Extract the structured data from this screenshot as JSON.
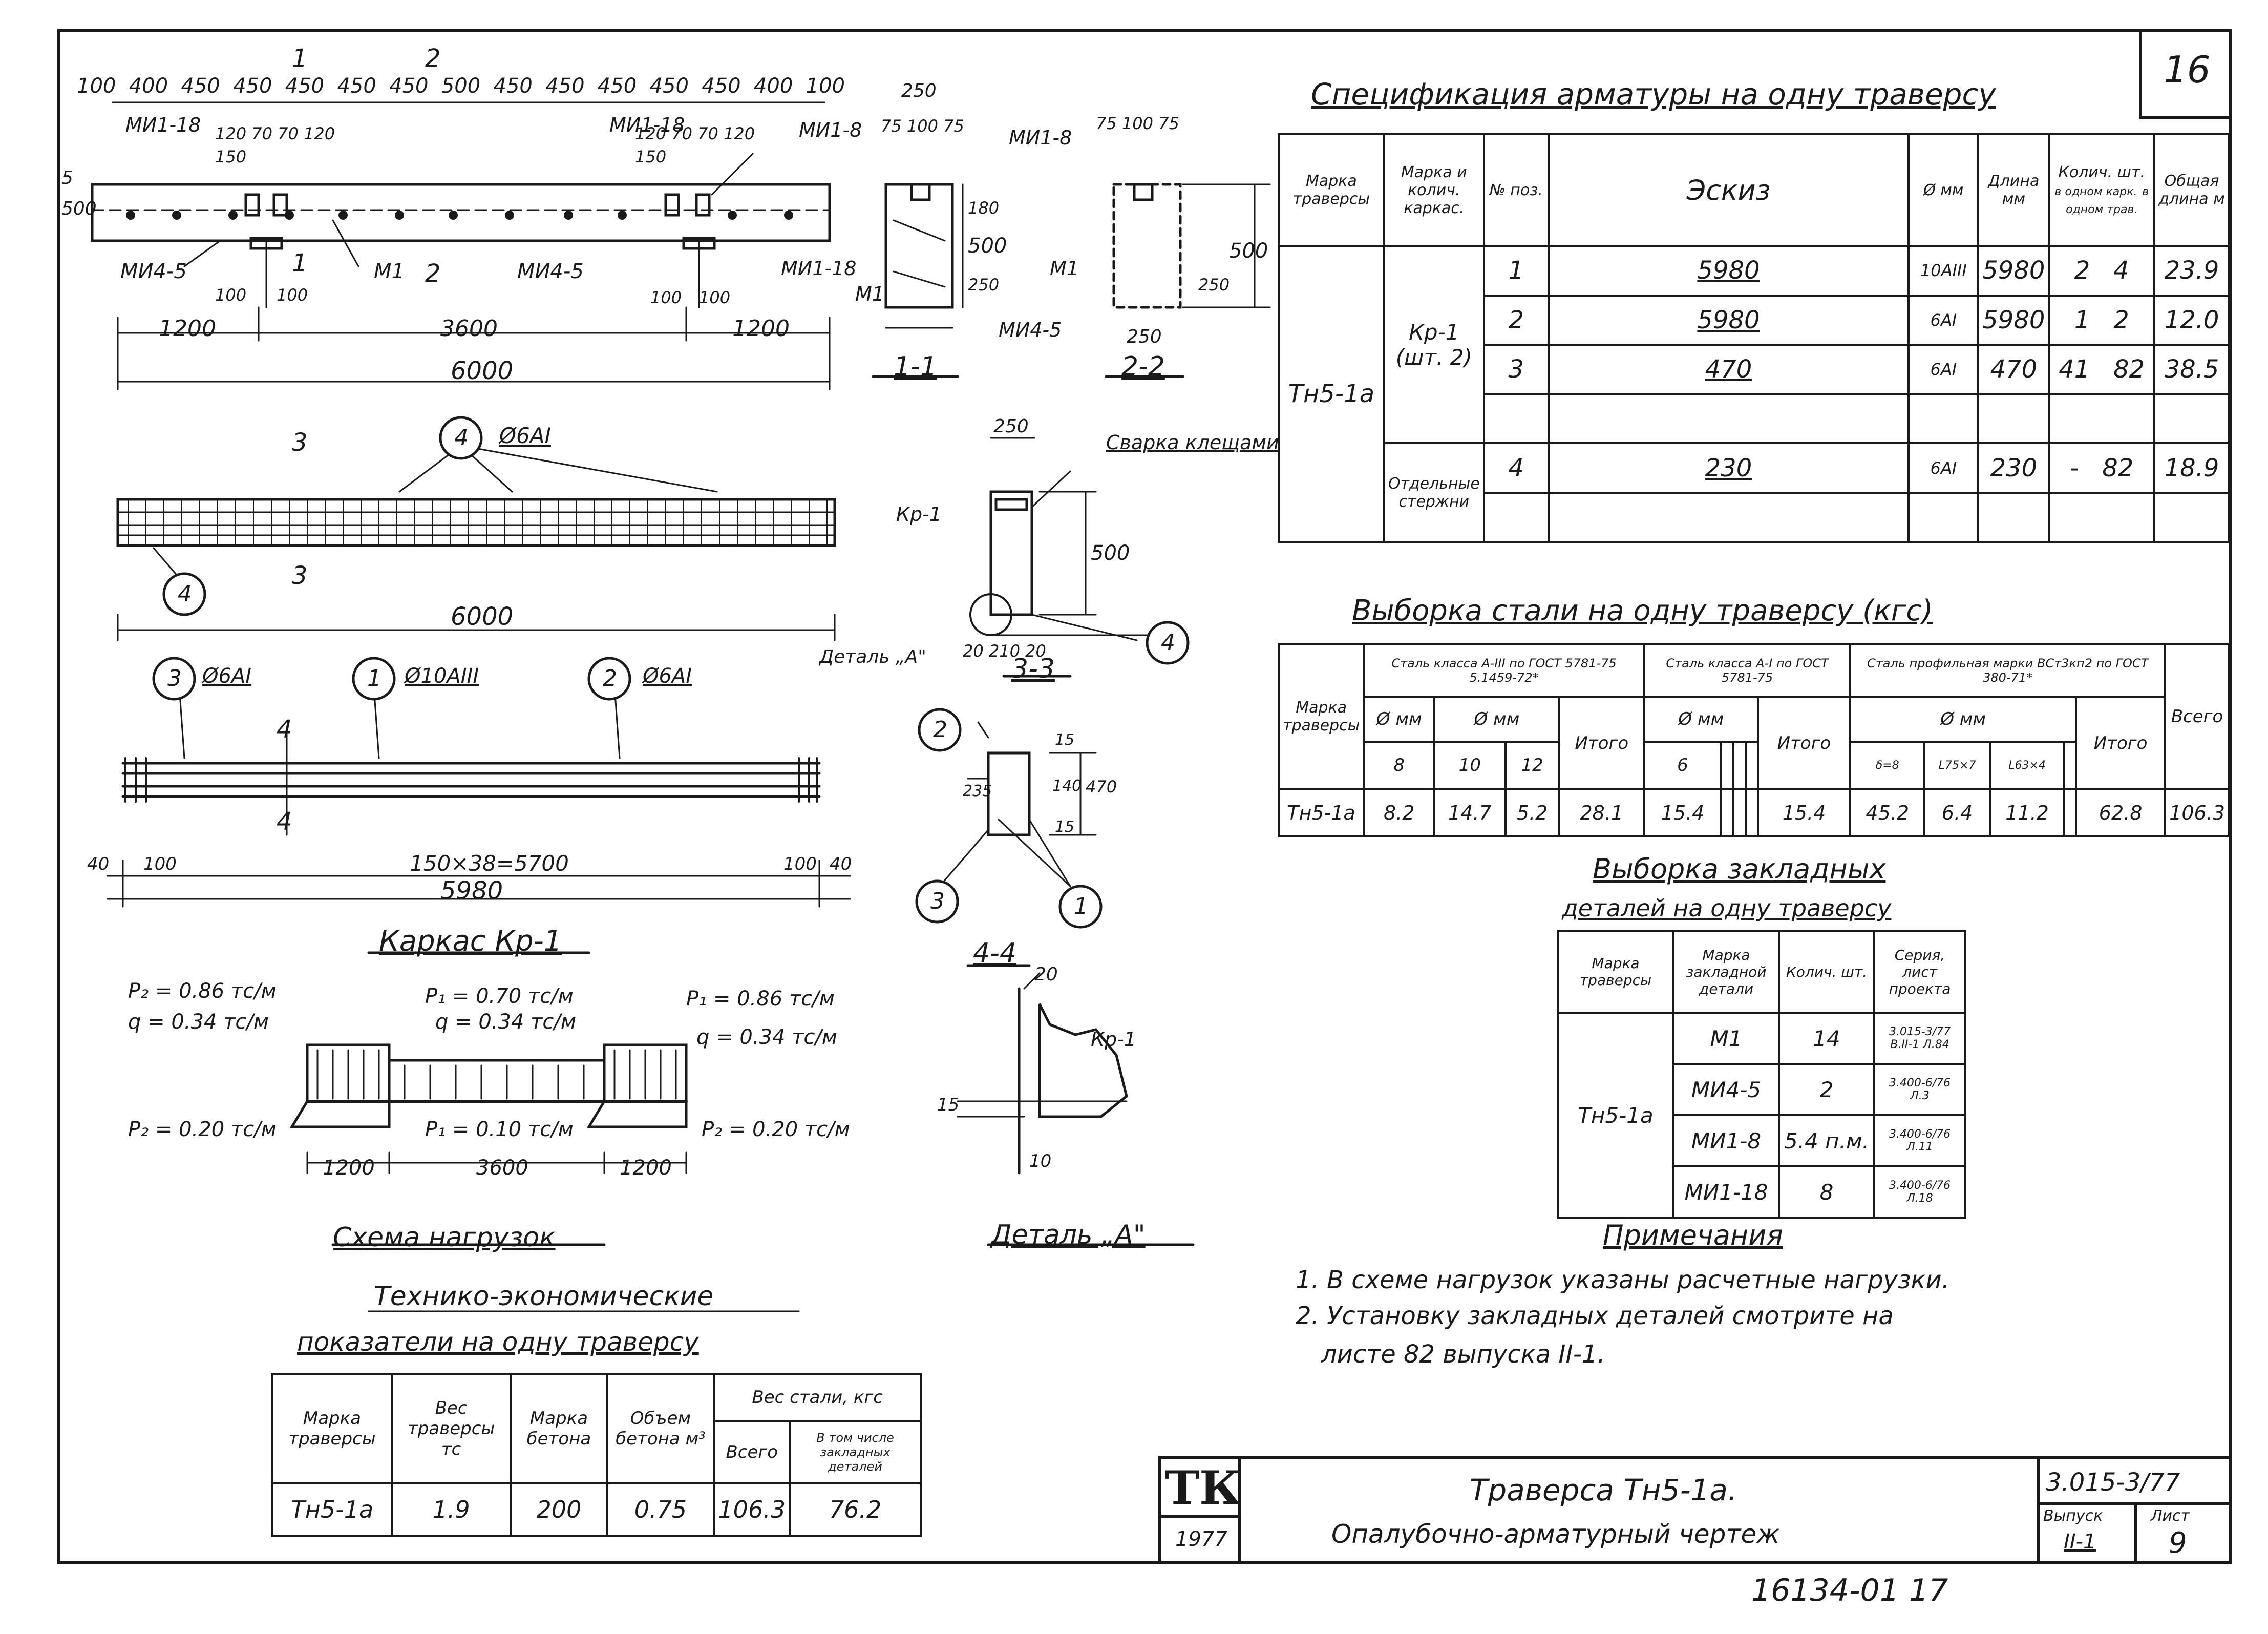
{
  "frame": {
    "sheet_no": "16",
    "title_block": {
      "logo": "ТК",
      "year": "1977",
      "title1": "Траверса Тн5-1а.",
      "title2": "Опалубочно-арматурный чертеж",
      "series": "3.015-3/77",
      "issue_label": "Выпуск",
      "issue": "II-1",
      "sheet_label": "Лист",
      "sheet": "9"
    },
    "stamp": "16134-01   17"
  },
  "top_view": {
    "dims_top": [
      "100",
      "400",
      "450",
      "450",
      "450",
      "450",
      "450",
      "500",
      "450",
      "450",
      "450",
      "450",
      "450",
      "400",
      "100"
    ],
    "marks": {
      "m1": "M1",
      "mi4_5": "МИ4-5",
      "mi1_18": "МИ1-18",
      "mi1_8": "МИ1-8",
      "sec11": "1",
      "sec12": "2"
    },
    "dim_small": [
      "120",
      "70",
      "70",
      "120",
      "150",
      "100",
      "100"
    ],
    "dims_bottom": [
      "1200",
      "3600",
      "1200"
    ],
    "total": "6000",
    "h500": "500",
    "h5": "5"
  },
  "section_1_1": {
    "title": "1-1",
    "dims": [
      "250",
      "75",
      "100",
      "75",
      "500",
      "180",
      "250"
    ]
  },
  "section_2_2": {
    "title": "2-2",
    "dims": [
      "75",
      "100",
      "75",
      "500",
      "250",
      "250"
    ]
  },
  "frame_view": {
    "note_bar": "Ø6AI",
    "pos4": "4",
    "sec": "3",
    "total": "6000"
  },
  "section_3_3": {
    "title": "3-3",
    "kr": "Кр-1",
    "weld": "Сварка клещами",
    "detail": "Деталь „А\"",
    "dims": [
      "250",
      "500",
      "20",
      "210",
      "20"
    ],
    "pos": "4"
  },
  "kr1": {
    "title": "Каркас Кр-1",
    "labels": [
      {
        "pos": "3",
        "bar": "Ø6AI"
      },
      {
        "pos": "1",
        "bar": "Ø10AIII"
      },
      {
        "pos": "2",
        "bar": "Ø6AI"
      }
    ],
    "sec": "4",
    "dims": [
      "40",
      "100",
      "150×38=5700",
      "100",
      "40"
    ],
    "total": "5980"
  },
  "section_4_4": {
    "title": "4-4",
    "dims": [
      "235",
      "15",
      "140",
      "15",
      "470"
    ],
    "pos": [
      "2",
      "3",
      "1"
    ]
  },
  "detail_a": {
    "title": "Деталь „А\"",
    "kr": "Кр-1",
    "dims": [
      "20",
      "15",
      "10"
    ]
  },
  "loads": {
    "title": "Схема нагрузок",
    "p2_top": "P₂ = 0.86 тс/м",
    "q_left": "q = 0.34 тс/м",
    "p1_mid": "P₁ = 0.70 тс/м",
    "q_mid": "q = 0.34 тс/м",
    "p1_right": "P₁ = 0.86 тс/м",
    "q_right": "q = 0.34 тс/м",
    "p2_bot_left": "P₂ = 0.20 тс/м",
    "p1_bot": "P₁ = 0.10 тс/м",
    "p2_bot_right": "P₂ = 0.20 тс/м",
    "dims": [
      "1200",
      "3600",
      "1200"
    ]
  },
  "spec": {
    "title": "Спецификация арматуры на одну траверсу",
    "headers": [
      "Марка траверсы",
      "Марка и колич. каркас.",
      "№ поз.",
      "Эскиз",
      "Ø мм",
      "Длина мм",
      "Колич. шт.",
      "Общая длина м"
    ],
    "qty_sub": [
      "в одном карк.",
      "в одном трав."
    ],
    "trav": "Тн5-1а",
    "group1": "Кр-1 (шт. 2)",
    "group2": "Отдельные стержни",
    "rows": [
      {
        "pos": "1",
        "sketch": "5980",
        "dia": "10AIII",
        "len": "5980",
        "q1": "2",
        "q2": "4",
        "total": "23.9"
      },
      {
        "pos": "2",
        "sketch": "5980",
        "dia": "6AI",
        "len": "5980",
        "q1": "1",
        "q2": "2",
        "total": "12.0"
      },
      {
        "pos": "3",
        "sketch": "470",
        "dia": "6AI",
        "len": "470",
        "q1": "41",
        "q2": "82",
        "total": "38.5"
      },
      {
        "pos": "4",
        "sketch": "230",
        "dia": "6AI",
        "len": "230",
        "q1": "-",
        "q2": "82",
        "total": "18.9"
      }
    ]
  },
  "steel": {
    "title": "Выборка стали на одну траверсу (кгс)",
    "h_trav": "Марка траверсы",
    "h_a3": "Сталь класса A-III по ГОСТ 5781-75  5.1459-72*",
    "h_a1": "Сталь класса A-I по ГОСТ 5781-75",
    "h_prof": "Сталь профильная марки ВСт3кп2 по ГОСТ 380-71*",
    "h_total": "Всего",
    "h_dia": "Ø мм",
    "h_itogo": "Итого",
    "a3_dias": [
      "8",
      "10",
      "12"
    ],
    "a1_dias": [
      "6"
    ],
    "prof_dias": [
      "δ=8",
      "L75×7",
      "L63×4"
    ],
    "row": {
      "trav": "Тн5-1а",
      "a3": [
        "8.2",
        "14.7",
        "5.2"
      ],
      "a3_total": "28.1",
      "a1": [
        "15.4"
      ],
      "a1_total": "15.4",
      "prof": [
        "45.2",
        "6.4",
        "11.2"
      ],
      "prof_total": "62.8",
      "total": "106.3"
    }
  },
  "embedded": {
    "title1": "Выборка закладных",
    "title2": "деталей на одну траверсу",
    "headers": [
      "Марка траверсы",
      "Марка закладной детали",
      "Колич. шт.",
      "Серия, лист проекта"
    ],
    "trav": "Тн5-1а",
    "rows": [
      {
        "mark": "M1",
        "qty": "14",
        "ref": "3.015-3/77 B.II-1 Л.84"
      },
      {
        "mark": "МИ4-5",
        "qty": "2",
        "ref": "3.400-6/76 Л.3"
      },
      {
        "mark": "МИ1-8",
        "qty": "5.4 п.м.",
        "ref": "3.400-6/76 Л.11"
      },
      {
        "mark": "МИ1-18",
        "qty": "8",
        "ref": "3.400-6/76 Л.18"
      }
    ]
  },
  "notes": {
    "title": "Примечания",
    "items": [
      "1. В схеме нагрузок указаны расчетные нагрузки.",
      "2. Установку закладных деталей смотрите на",
      "листе 82 выпуска II-1."
    ]
  },
  "tech": {
    "title1": "Технико-экономические",
    "title2": "показатели на одну траверсу",
    "headers": [
      "Марка траверсы",
      "Вес траверсы тс",
      "Марка бетона",
      "Объем бетона м³",
      "Вес стали, кгс"
    ],
    "sub": [
      "Всего",
      "В том числе закладных деталей"
    ],
    "row": {
      "trav": "Тн5-1а",
      "weight": "1.9",
      "concrete": "200",
      "volume": "0.75",
      "steel_total": "106.3",
      "steel_emb": "76.2"
    }
  }
}
